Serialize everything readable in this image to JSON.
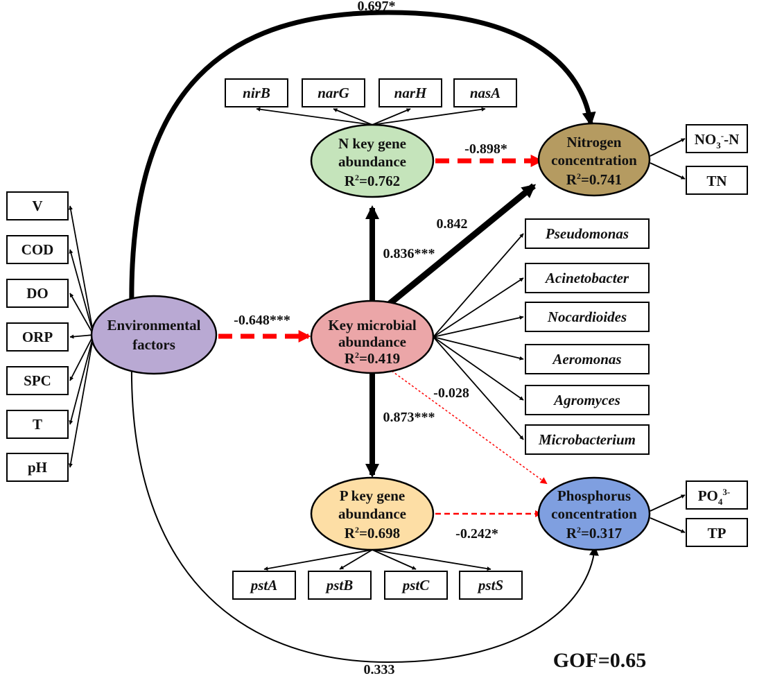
{
  "colors": {
    "environmental": "#b9a9d3",
    "key_microbial": "#eba6a8",
    "n_key_gene": "#c5e4bb",
    "p_key_gene": "#fddea5",
    "nitrogen": "#b59b61",
    "phosphorus": "#7f9fe0",
    "negative_path": "#ff0000",
    "positive_path": "#000000"
  },
  "nodes": {
    "environmental": {
      "line1": "Environmental",
      "line2": "factors"
    },
    "key_microbial": {
      "line1": "Key microbial",
      "line2": "abundance",
      "r2_base": "R",
      "r2_sup": "2",
      "r2_val": "=0.419"
    },
    "n_key_gene": {
      "line1": "N key gene",
      "line2": "abundance",
      "r2_base": "R",
      "r2_sup": "2",
      "r2_val": "=0.762"
    },
    "p_key_gene": {
      "line1": "P key gene",
      "line2": "abundance",
      "r2_base": "R",
      "r2_sup": "2",
      "r2_val": "=0.698"
    },
    "nitrogen": {
      "line1": "Nitrogen",
      "line2": "concentration",
      "r2_base": "R",
      "r2_sup": "2",
      "r2_val": "=0.741"
    },
    "phosphorus": {
      "line1": "Phosphorus",
      "line2": "concentration",
      "r2_base": "R",
      "r2_sup": "2",
      "r2_val": "=0.317"
    }
  },
  "env_indicators": [
    "V",
    "COD",
    "DO",
    "ORP",
    "SPC",
    "T",
    "pH"
  ],
  "n_gene_indicators": [
    "nirB",
    "narG",
    "narH",
    "nasA"
  ],
  "p_gene_indicators": [
    "pstA",
    "pstB",
    "pstC",
    "pstS"
  ],
  "microbe_indicators": [
    "Pseudomonas",
    "Acinetobacter",
    "Nocardioides",
    "Aeromonas",
    "Agromyces",
    "Microbacterium"
  ],
  "nitrogen_indicators": {
    "no3_base": "NO",
    "no3_sub": "3",
    "no3_sup": "-",
    "no3_tail": "-N",
    "tn": "TN"
  },
  "phosphorus_indicators": {
    "po4_base": "PO",
    "po4_sub": "4",
    "po4_sup": "3-",
    "tp": "TP"
  },
  "paths": {
    "env_to_nitrogen": "0.697*",
    "env_to_microbial": "-0.648***",
    "env_to_phosphorus": "0.333",
    "microbial_to_n_gene": "0.836***",
    "microbial_to_nitrogen": "0.842",
    "microbial_to_p_gene": "0.873***",
    "microbial_to_phosphorus": "-0.028",
    "n_gene_to_nitrogen": "-0.898*",
    "p_gene_to_phosphorus": "-0.242*"
  },
  "gof": "GOF=0.65"
}
